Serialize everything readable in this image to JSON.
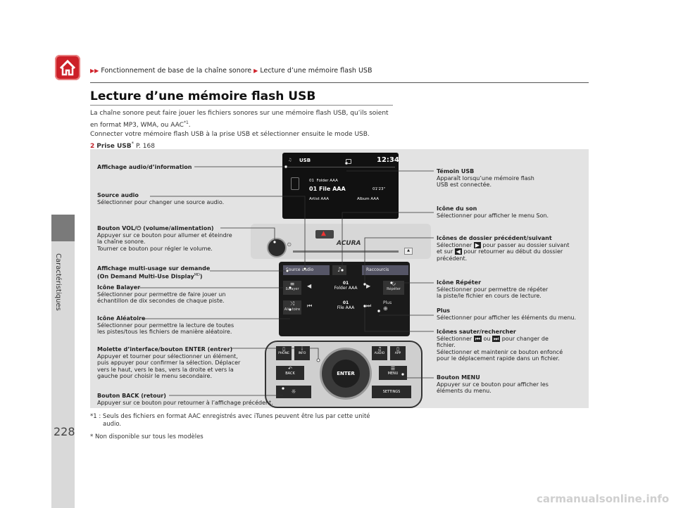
{
  "sidebar": {
    "section": "Caractéristiques",
    "page_number": "228"
  },
  "breadcrumb": {
    "part1": "Fonctionnement de base de la chaîne sonore",
    "part2": "Lecture d’une mémoire flash USB"
  },
  "title": "Lecture d’une mémoire flash USB",
  "intro": {
    "line1": "La chaîne sonore peut faire jouer les fichiers sonores sur une mémoire flash USB, qu’ils soient",
    "line2": "en format MP3, WMA, ou AAC",
    "line2_sup": "*1",
    "line3": "Connecter votre mémoire flash USB à la prise USB et sélectionner ensuite le mode USB.",
    "ref_label": "Prise USB",
    "ref_star": "*",
    "ref_page": " P. 168"
  },
  "screen": {
    "source": "USB",
    "time": "12:34",
    "folder": "Folder AAA",
    "file": "File AAA",
    "track_no": "01",
    "elapsed": "01'23\"",
    "artist": "Artist AAA",
    "album": "Album AAA"
  },
  "touch": {
    "source_audio": "Source audio",
    "raccourcis": "Raccourcis",
    "balayer": "Balayer",
    "folder_no": "01",
    "folder": "Folder AAA",
    "repeter": "Répéter",
    "aleatoire": "Aléatoire",
    "file_no": "01",
    "file": "File AAA",
    "plus": "Plus"
  },
  "panel": {
    "brand": "ACURA",
    "phone": "PHONE",
    "info": "INFO",
    "audio": "AUDIO",
    "app": "APP",
    "enter": "ENTER",
    "back": "BACK",
    "menu": "MENU",
    "settings": "SETTINGS"
  },
  "labels_left": [
    {
      "title": "Affichage audio/d’information",
      "body": []
    },
    {
      "title": "Source audio",
      "body": [
        "Sélectionner pour changer une source audio."
      ]
    },
    {
      "title": "Bouton VOL/",
      "title2": " (volume/alimentation)",
      "body": [
        "Appuyer sur ce bouton pour allumer et éteindre",
        "la chaîne sonore.",
        "Tourner ce bouton pour régler le volume."
      ]
    },
    {
      "title": "Affichage multi-usage sur demande",
      "title_line2": "(On Demand Multi-Use Display",
      "title_sup": "MD",
      "title_end": ")",
      "body": []
    },
    {
      "title": "Icône Balayer",
      "body": [
        "Sélectionner pour permettre de faire jouer un",
        "échantillon de dix secondes de chaque piste."
      ]
    },
    {
      "title": "Icône Aléatoire",
      "body": [
        "Sélectionner pour permettre la lecture de toutes",
        "les pistes/tous les fichiers de manière aléatoire."
      ]
    },
    {
      "title": "Molette d’interface/bouton ENTER (entrer)",
      "body": [
        "Appuyer et tourner pour sélectionner un élément,",
        "puis appuyer pour confirmer la sélection. Déplacer",
        "vers le haut, vers le bas, vers la droite et vers la",
        "gauche pour choisir le menu secondaire."
      ]
    },
    {
      "title": "Bouton BACK (retour)",
      "body": [
        "Appuyer sur ce bouton pour retourner à l’affichage précédent."
      ]
    }
  ],
  "labels_right": [
    {
      "title": "Témoin USB",
      "body": [
        "Apparaît lorsqu’une mémoire flash",
        "USB est connectée."
      ]
    },
    {
      "title": "Icône du son",
      "body": [
        "Sélectionner pour afficher le menu Son."
      ]
    },
    {
      "title": "Icônes de dossier précédent/suivant",
      "body": [
        "Sélectionner",
        " pour passer au dossier suivant",
        "et sur",
        " pour retourner au début du dossier",
        "précédent."
      ]
    },
    {
      "title": "Icône Répéter",
      "body": [
        "Sélectionner pour permettre de répéter",
        "la piste/le fichier en cours de lecture."
      ]
    },
    {
      "title": "Plus",
      "body": [
        "Sélectionner pour afficher les éléments du menu."
      ]
    },
    {
      "title": "Icônes sauter/rechercher",
      "body": [
        "Sélectionner",
        "ou",
        "pour changer de",
        "fichier.",
        "Sélectionner et maintenir ce bouton enfoncé",
        "pour le déplacement rapide dans un fichier."
      ]
    },
    {
      "title": "Bouton MENU",
      "body": [
        "Appuyer sur ce bouton pour afficher les",
        "éléments du menu."
      ]
    }
  ],
  "footnote1": "*1 : Seuls des fichiers en format AAC enregistrés avec iTunes peuvent être lus par cette unité",
  "footnote1b": "audio.",
  "footnote2": "* Non disponible sur tous les modèles",
  "watermark": "carmanualsonline.info",
  "colors": {
    "accent": "#cc2028",
    "figure_bg": "#e3e3e3",
    "sidebar_dark": "#7a7a7a",
    "sidebar_light": "#d9d9d9"
  }
}
